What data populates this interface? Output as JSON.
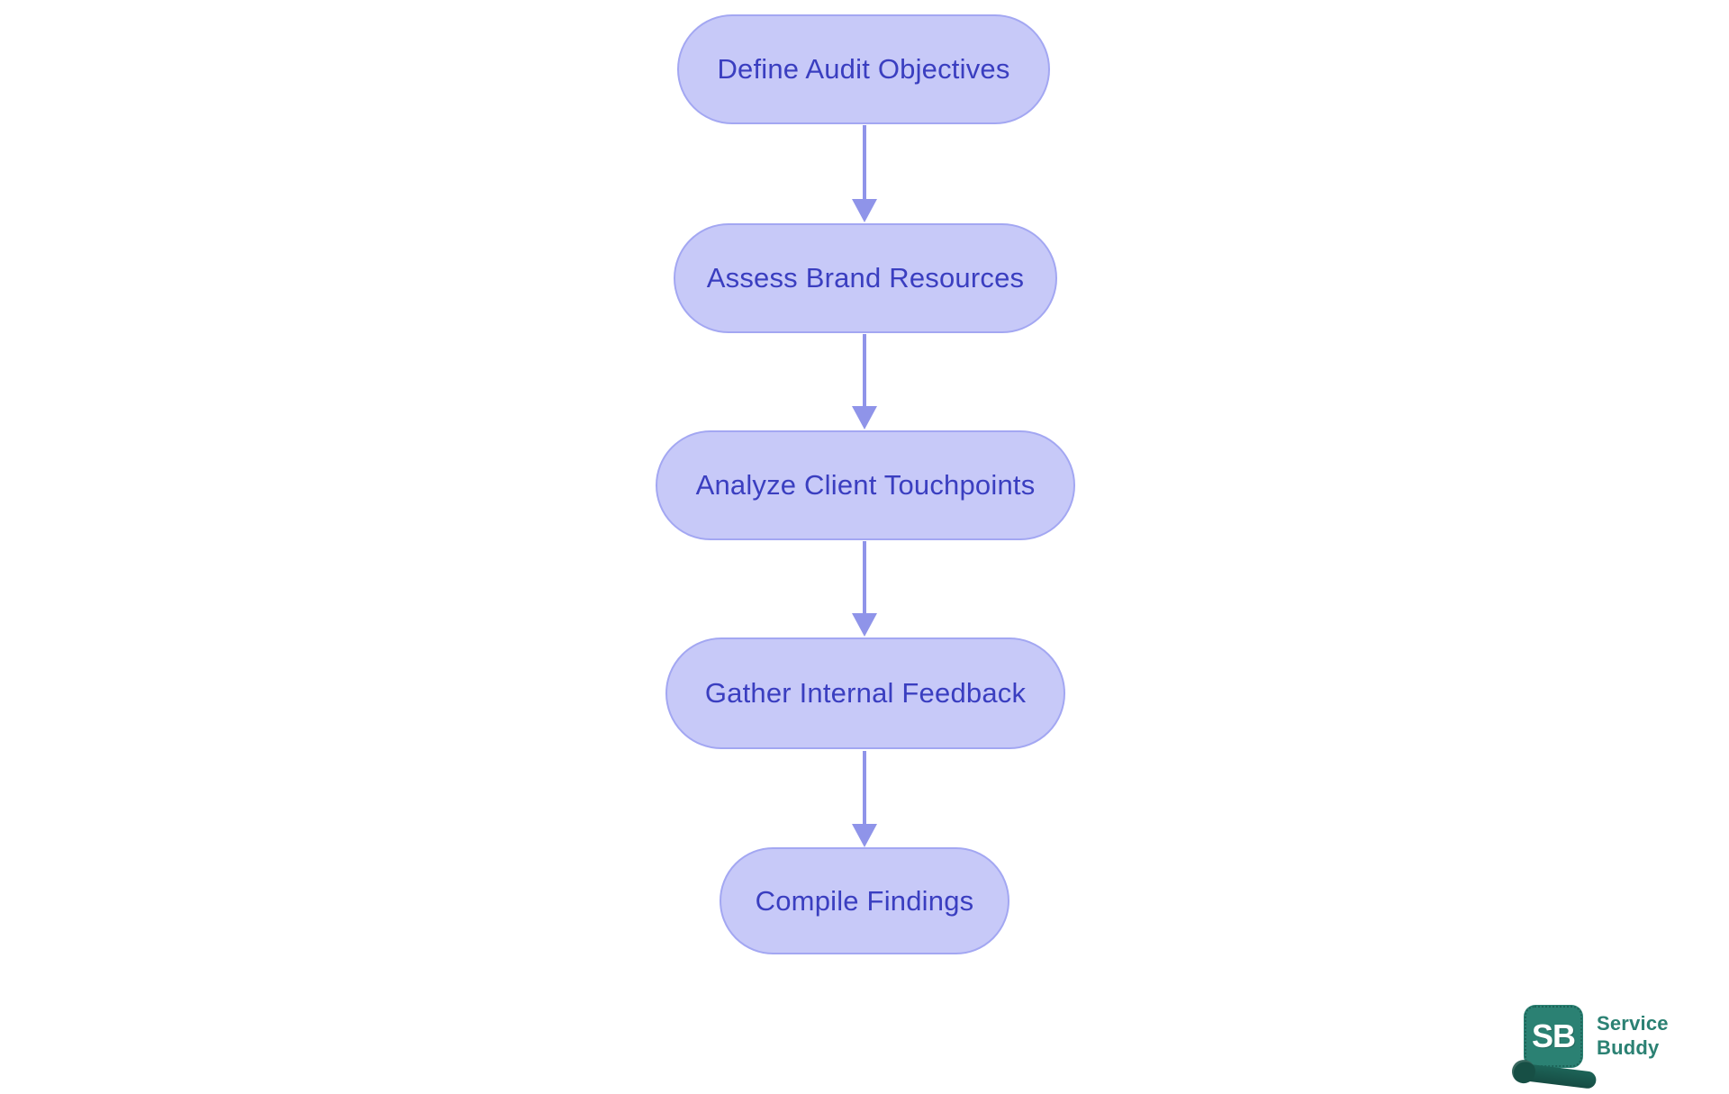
{
  "flowchart": {
    "nodes": [
      {
        "label": "Define Audit Objectives"
      },
      {
        "label": "Assess Brand Resources"
      },
      {
        "label": "Analyze Client Touchpoints"
      },
      {
        "label": "Gather Internal Feedback"
      },
      {
        "label": "Compile Findings"
      }
    ],
    "direction": "top-down",
    "arrow_count": 4
  },
  "logo": {
    "badge_text": "SB",
    "name_line1": "Service",
    "name_line2": "Buddy"
  },
  "colors": {
    "node_fill": "#c7c9f8",
    "node_border": "#a3a7f2",
    "node_text": "#3a3ec0",
    "arrow": "#8f94e9",
    "brand_teal": "#2b8173",
    "brand_teal_dark": "#1d6458"
  }
}
